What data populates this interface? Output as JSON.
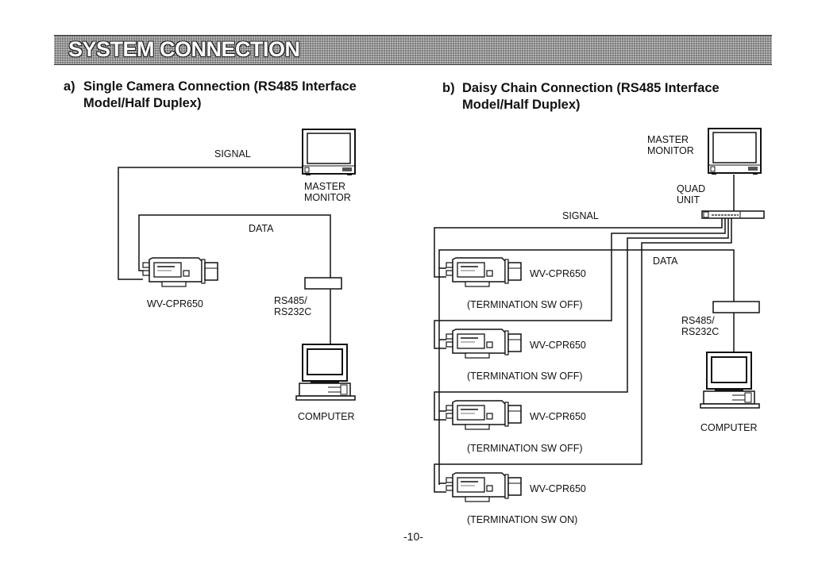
{
  "header": {
    "title": "SYSTEM CONNECTION"
  },
  "sections": {
    "a": {
      "number": "a)",
      "title_line1": "Single Camera Connection (RS485 Interface",
      "title_line2": "Model/Half Duplex)",
      "labels": {
        "signal": "SIGNAL",
        "data": "DATA",
        "master_monitor_line1": "MASTER",
        "master_monitor_line2": "MONITOR",
        "camera": "WV-CPR650",
        "converter_line1": "RS485/",
        "converter_line2": "RS232C",
        "computer": "COMPUTER"
      }
    },
    "b": {
      "number": "b)",
      "title_line1": "Daisy Chain Connection (RS485 Interface",
      "title_line2": "Model/Half Duplex)",
      "labels": {
        "master_monitor_line1": "MASTER",
        "master_monitor_line2": "MONITOR",
        "quad_unit_line1": "QUAD",
        "quad_unit_line2": "UNIT",
        "signal": "SIGNAL",
        "data": "DATA",
        "converter_line1": "RS485/",
        "converter_line2": "RS232C",
        "computer": "COMPUTER"
      },
      "cameras": [
        {
          "model": "WV-CPR650",
          "termination": "(TERMINATION SW OFF)"
        },
        {
          "model": "WV-CPR650",
          "termination": "(TERMINATION SW OFF)"
        },
        {
          "model": "WV-CPR650",
          "termination": "(TERMINATION SW OFF)"
        },
        {
          "model": "WV-CPR650",
          "termination": "(TERMINATION SW ON)"
        }
      ]
    }
  },
  "footer": {
    "page_number": "-10-"
  }
}
